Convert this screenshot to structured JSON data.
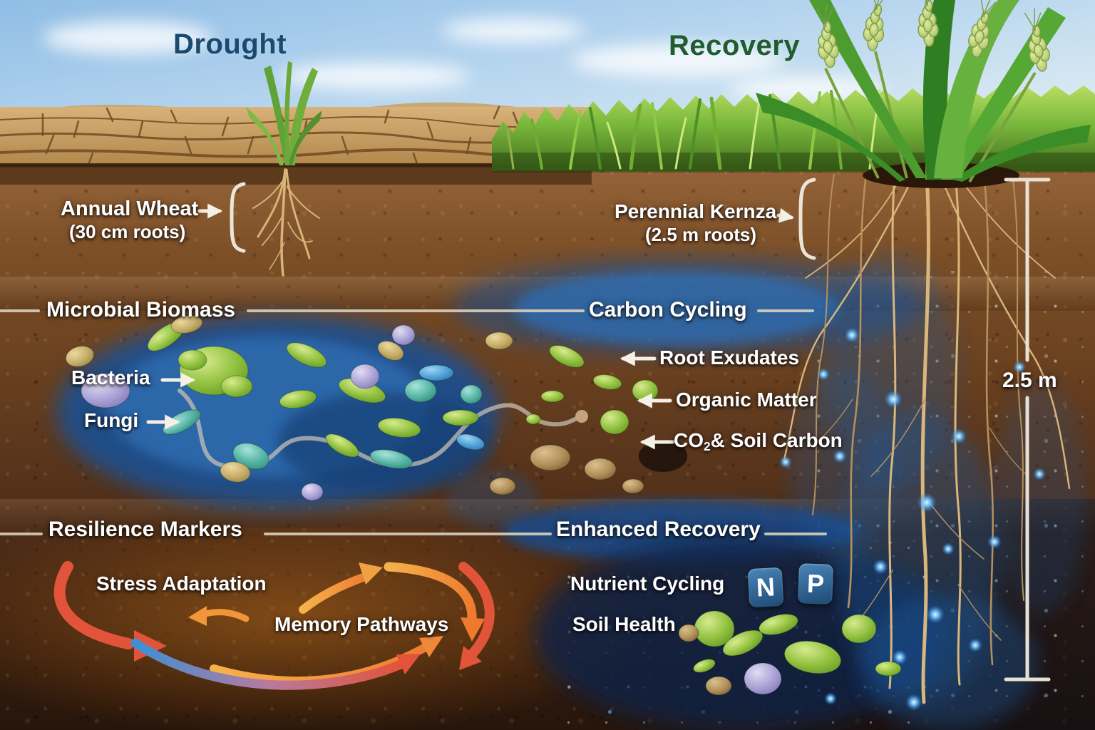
{
  "titles": {
    "drought": "Drought",
    "recovery": "Recovery"
  },
  "plants": {
    "annual": {
      "name": "Annual Wheat",
      "roots": "(30 cm roots)"
    },
    "perennial": {
      "name": "Perennial Kernza",
      "roots": "(2.5 m roots)"
    }
  },
  "sections": {
    "microbial": {
      "title": "Microbial Biomass",
      "bacteria": "Bacteria",
      "fungi": "Fungi"
    },
    "carbon": {
      "title": "Carbon Cycling",
      "root_exudates": "Root Exudates",
      "organic_matter": "Organic Matter",
      "co2_prefix": "CO",
      "co2_sub": "2",
      "co2_suffix": "& Soil Carbon"
    },
    "resilience": {
      "title": "Resilience Markers",
      "stress": "Stress Adaptation",
      "memory": "Memory Pathways"
    },
    "recovery": {
      "title": "Enhanced Recovery",
      "nutrient": "Nutrient Cycling",
      "soil_health": "Soil Health",
      "badge_n": "N",
      "badge_p": "P"
    }
  },
  "scale": {
    "depth": "2.5 m"
  },
  "colors": {
    "drought_title": "#1b4a70",
    "recovery_title": "#1f5c2e",
    "label_text": "#ffffff",
    "glow_blue": "#2e6cb0",
    "microbe_green": "#8fbf3c",
    "microbe_blue": "#4f9fd8",
    "microbe_teal": "#53b3a3",
    "microbe_lavender": "#a9a0d4",
    "microbe_gold": "#c4ab66",
    "arrow_red": "#e2543a",
    "arrow_orange": "#f09638",
    "arrow_blue": "#3f8fd4",
    "badge_blue": "#2b5f8f"
  }
}
